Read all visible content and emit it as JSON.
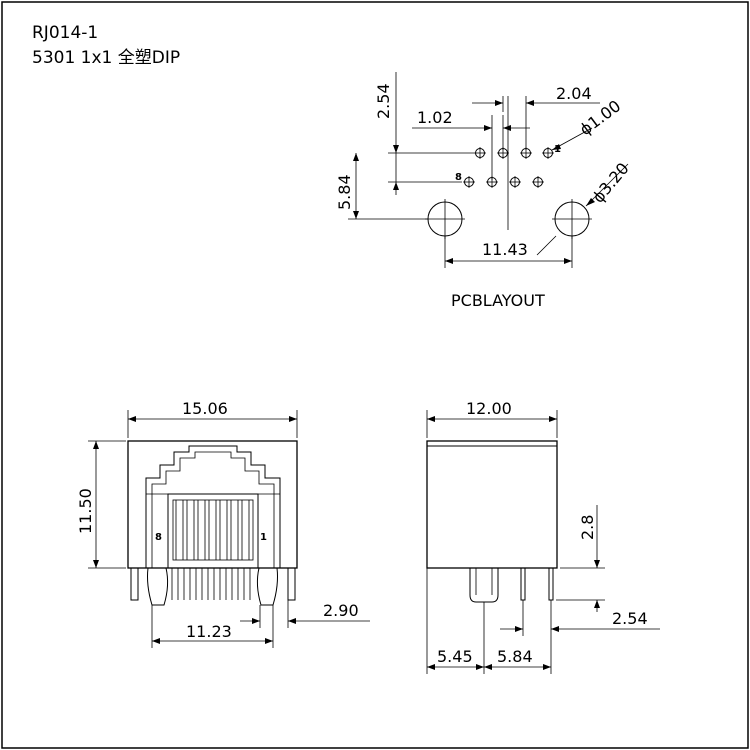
{
  "title": {
    "part_number": "RJ014-1",
    "description": "5301 1x1 全塑DIP"
  },
  "pcb_layout": {
    "caption": "PCBLAYOUT",
    "dimensions": {
      "row_offset": "2.54",
      "pin_pitch": "1.02",
      "pin_spacing": "2.04",
      "pin_hole_dia": "ϕ1.00",
      "row_to_peg": "5.84",
      "peg_hole_dia": "ϕ3.20",
      "peg_spacing": "11.43"
    },
    "pin_labels": {
      "first": "1",
      "last": "8"
    }
  },
  "front_view": {
    "dimensions": {
      "width": "15.06",
      "height": "11.50",
      "pin_span": "11.23",
      "peg_offset": "2.90"
    },
    "pin_labels": {
      "left": "8",
      "right": "1"
    }
  },
  "side_view": {
    "dimensions": {
      "depth": "12.00",
      "pin_height": "2.8",
      "row_pitch": "2.54",
      "front_to_peg": "5.45",
      "peg_to_pins": "5.84"
    }
  }
}
